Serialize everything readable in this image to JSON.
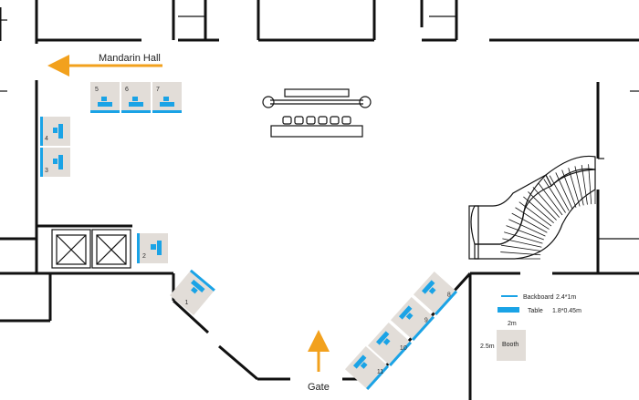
{
  "labels": {
    "mandarin_hall": "Mandarin Hall",
    "gate": "Gate"
  },
  "booths": [
    {
      "number": "1"
    },
    {
      "number": "2"
    },
    {
      "number": "3"
    },
    {
      "number": "4"
    },
    {
      "number": "5"
    },
    {
      "number": "6"
    },
    {
      "number": "7"
    },
    {
      "number": "8"
    },
    {
      "number": "9"
    },
    {
      "number": "10"
    },
    {
      "number": "11"
    }
  ],
  "legend": {
    "backboard_label": "Backboard",
    "backboard_size": "2.4*1m",
    "table_label": "Table",
    "table_size": "1.8*0.45m",
    "booth_width": "2m",
    "booth_depth": "2.5m",
    "booth_label": "Booth"
  },
  "colors": {
    "accent_arrow": "#f2a11d",
    "booth_fill": "#e2ddd8",
    "booth_blue": "#1aa3e6"
  }
}
